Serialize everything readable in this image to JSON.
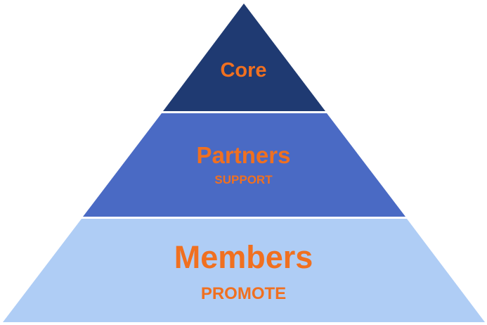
{
  "diagram": {
    "type": "pyramid",
    "tiers": [
      {
        "title": "Core",
        "subtitle": "",
        "color": "#1f3a72"
      },
      {
        "title": "Partners",
        "subtitle": "SUPPORT",
        "color": "#4a6ac4"
      },
      {
        "title": "Members",
        "subtitle": "PROMOTE",
        "color": "#afcdf5"
      }
    ],
    "text_color": "#f07020"
  }
}
